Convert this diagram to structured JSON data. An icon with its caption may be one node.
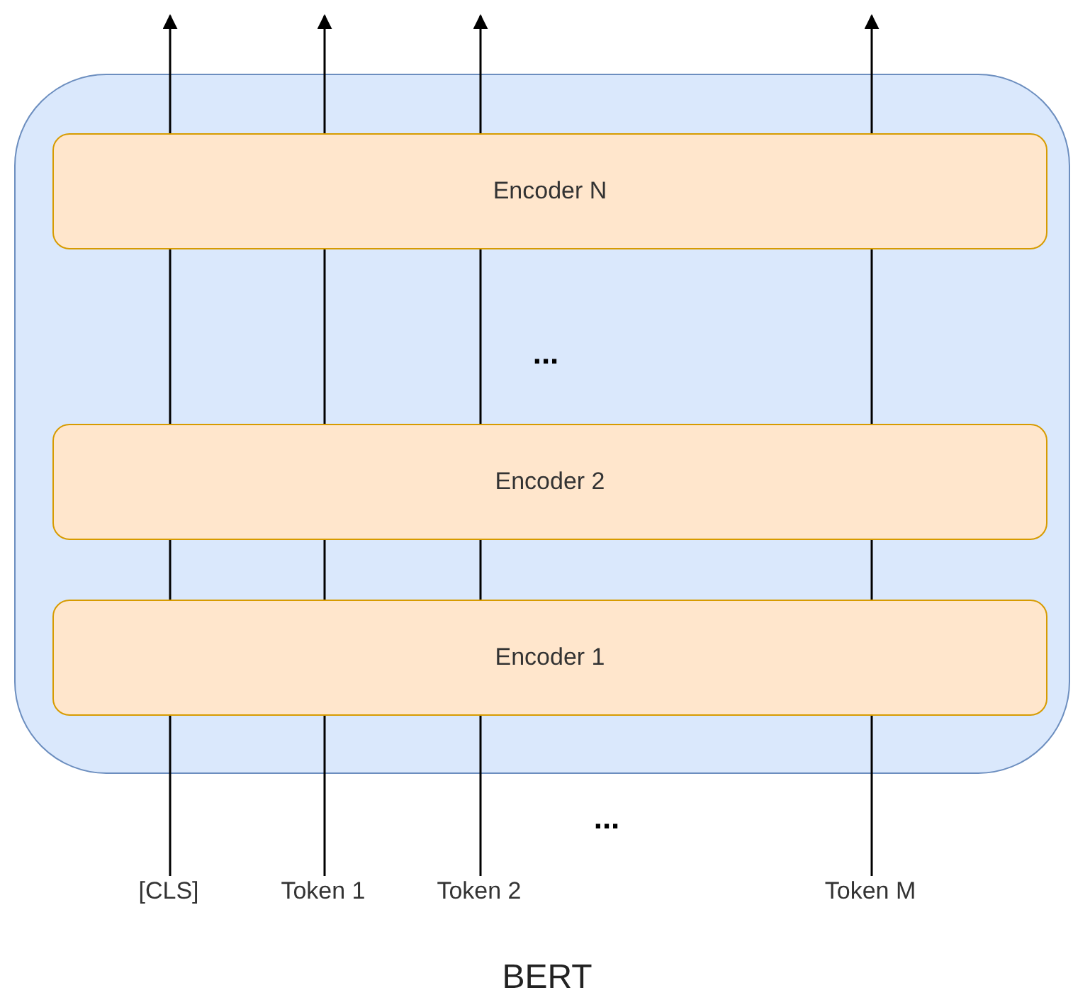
{
  "diagram": {
    "caption": "BERT",
    "nodes": [
      {
        "text": [],
        "shape": "box"
      },
      {
        "text": [
          "Encoder N"
        ],
        "in": 0
      },
      {
        "text": [
          "Encoder 2"
        ],
        "in": 0
      },
      {
        "text": [
          "Encoder 1"
        ],
        "in": 0
      },
      {
        "text": [
          "[CLS]"
        ]
      },
      {
        "text": [
          "Token 1"
        ]
      },
      {
        "text": [
          "Token 2"
        ]
      },
      {
        "text": [
          "Token M"
        ]
      }
    ],
    "edges": [
      {
        "from": 4,
        "to": null,
        "arrow": "to"
      },
      {
        "from": 5,
        "to": null,
        "arrow": "to"
      },
      {
        "from": 6,
        "to": null,
        "arrow": "to"
      },
      {
        "from": 7,
        "to": null,
        "arrow": "to"
      }
    ],
    "labels": [
      "...",
      "..."
    ]
  }
}
